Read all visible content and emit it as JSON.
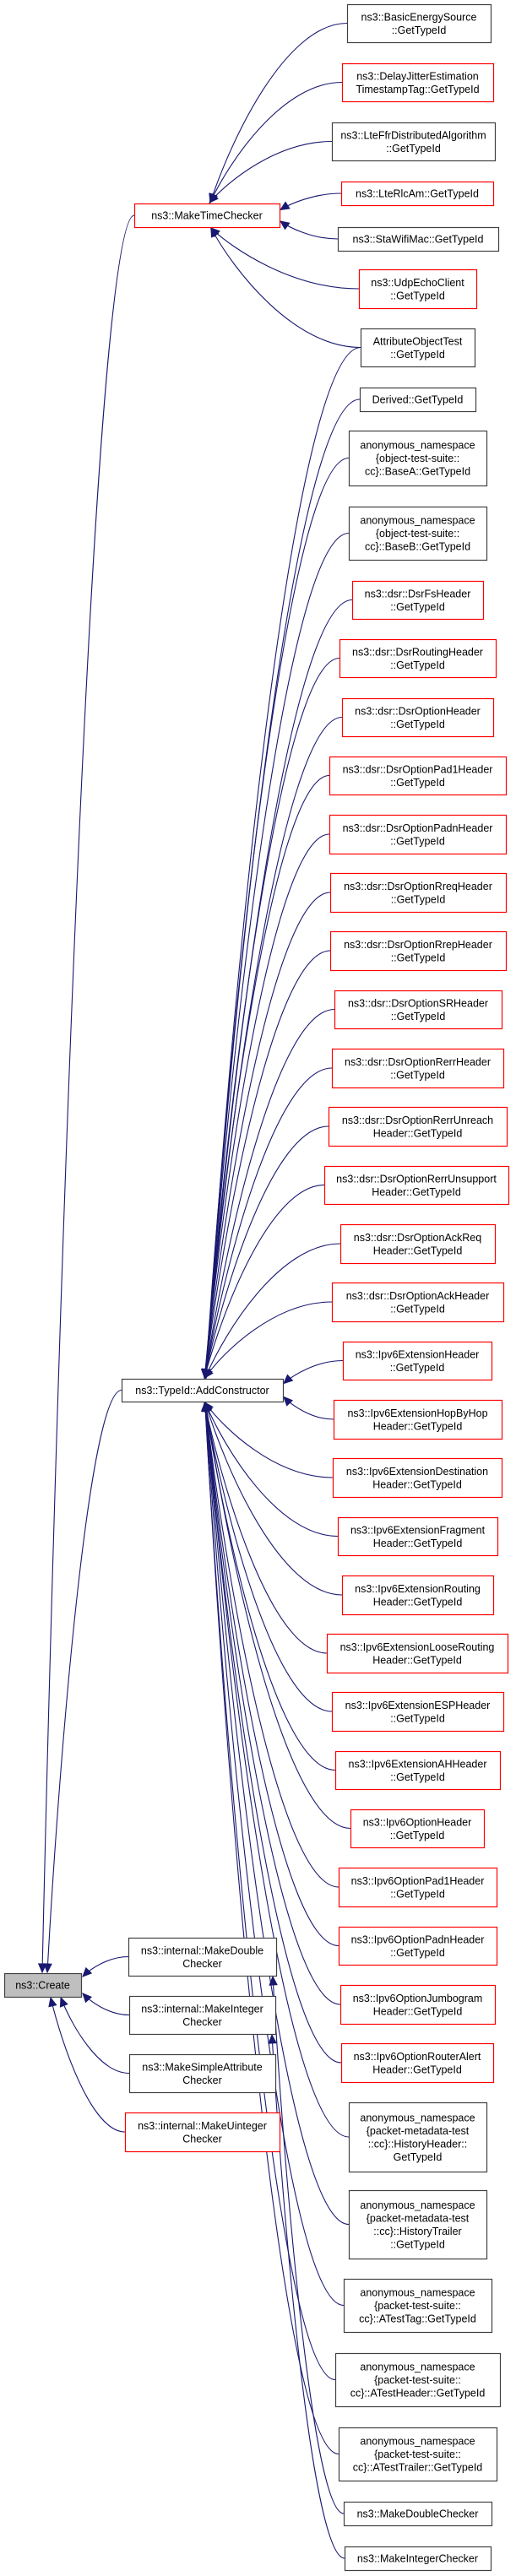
{
  "diagram": {
    "title": "ns3::Create caller graph",
    "colors": {
      "edge": "#191970",
      "node_border_default": "#404040",
      "node_border_truncated": "#ff0000",
      "node_fill_root": "#bfbfbf",
      "node_fill": "#ffffff"
    },
    "nodes": [
      {
        "id": "create",
        "lines": [
          "ns3::Create"
        ],
        "style": "root"
      },
      {
        "id": "make_time_checker",
        "lines": [
          "ns3::MakeTimeChecker"
        ],
        "style": "red"
      },
      {
        "id": "add_constructor",
        "lines": [
          "ns3::TypeId::AddConstructor"
        ],
        "style": "black"
      },
      {
        "id": "internal_make_double",
        "lines": [
          "ns3::internal::MakeDouble",
          "Checker"
        ],
        "style": "black"
      },
      {
        "id": "internal_make_integer",
        "lines": [
          "ns3::internal::MakeInteger",
          "Checker"
        ],
        "style": "black"
      },
      {
        "id": "make_simple_attribute",
        "lines": [
          "ns3::MakeSimpleAttribute",
          "Checker"
        ],
        "style": "black"
      },
      {
        "id": "internal_make_uinteger",
        "lines": [
          "ns3::internal::MakeUinteger",
          "Checker"
        ],
        "style": "red"
      },
      {
        "id": "basic_energy_source",
        "lines": [
          "ns3::BasicEnergySource",
          "::GetTypeId"
        ],
        "style": "black"
      },
      {
        "id": "delay_jitter",
        "lines": [
          "ns3::DelayJitterEstimation",
          "TimestampTag::GetTypeId"
        ],
        "style": "red"
      },
      {
        "id": "lte_ffr",
        "lines": [
          "ns3::LteFfrDistributedAlgorithm",
          "::GetTypeId"
        ],
        "style": "black"
      },
      {
        "id": "lte_rlc_am",
        "lines": [
          "ns3::LteRlcAm::GetTypeId"
        ],
        "style": "red"
      },
      {
        "id": "sta_wifi_mac",
        "lines": [
          "ns3::StaWifiMac::GetTypeId"
        ],
        "style": "black"
      },
      {
        "id": "udp_echo_client",
        "lines": [
          "ns3::UdpEchoClient",
          "::GetTypeId"
        ],
        "style": "red"
      },
      {
        "id": "attribute_object_test",
        "lines": [
          "AttributeObjectTest",
          "::GetTypeId"
        ],
        "style": "black"
      },
      {
        "id": "derived",
        "lines": [
          "Derived::GetTypeId"
        ],
        "style": "black"
      },
      {
        "id": "base_a",
        "lines": [
          "anonymous_namespace",
          "{object-test-suite::",
          "cc}::BaseA::GetTypeId"
        ],
        "style": "black"
      },
      {
        "id": "base_b",
        "lines": [
          "anonymous_namespace",
          "{object-test-suite::",
          "cc}::BaseB::GetTypeId"
        ],
        "style": "black"
      },
      {
        "id": "dsr_fs_header",
        "lines": [
          "ns3::dsr::DsrFsHeader",
          "::GetTypeId"
        ],
        "style": "red"
      },
      {
        "id": "dsr_routing_header",
        "lines": [
          "ns3::dsr::DsrRoutingHeader",
          "::GetTypeId"
        ],
        "style": "red"
      },
      {
        "id": "dsr_option_header",
        "lines": [
          "ns3::dsr::DsrOptionHeader",
          "::GetTypeId"
        ],
        "style": "red"
      },
      {
        "id": "dsr_option_pad1",
        "lines": [
          "ns3::dsr::DsrOptionPad1Header",
          "::GetTypeId"
        ],
        "style": "red"
      },
      {
        "id": "dsr_option_padn",
        "lines": [
          "ns3::dsr::DsrOptionPadnHeader",
          "::GetTypeId"
        ],
        "style": "red"
      },
      {
        "id": "dsr_option_rreq",
        "lines": [
          "ns3::dsr::DsrOptionRreqHeader",
          "::GetTypeId"
        ],
        "style": "red"
      },
      {
        "id": "dsr_option_rrep",
        "lines": [
          "ns3::dsr::DsrOptionRrepHeader",
          "::GetTypeId"
        ],
        "style": "red"
      },
      {
        "id": "dsr_option_sr",
        "lines": [
          "ns3::dsr::DsrOptionSRHeader",
          "::GetTypeId"
        ],
        "style": "red"
      },
      {
        "id": "dsr_option_rerr",
        "lines": [
          "ns3::dsr::DsrOptionRerrHeader",
          "::GetTypeId"
        ],
        "style": "red"
      },
      {
        "id": "dsr_option_rerr_unreach",
        "lines": [
          "ns3::dsr::DsrOptionRerrUnreach",
          "Header::GetTypeId"
        ],
        "style": "red"
      },
      {
        "id": "dsr_option_rerr_unsupport",
        "lines": [
          "ns3::dsr::DsrOptionRerrUnsupport",
          "Header::GetTypeId"
        ],
        "style": "red"
      },
      {
        "id": "dsr_option_ack_req",
        "lines": [
          "ns3::dsr::DsrOptionAckReq",
          "Header::GetTypeId"
        ],
        "style": "red"
      },
      {
        "id": "dsr_option_ack",
        "lines": [
          "ns3::dsr::DsrOptionAckHeader",
          "::GetTypeId"
        ],
        "style": "red"
      },
      {
        "id": "ipv6_ext_header",
        "lines": [
          "ns3::Ipv6ExtensionHeader",
          "::GetTypeId"
        ],
        "style": "red"
      },
      {
        "id": "ipv6_ext_hop_by_hop",
        "lines": [
          "ns3::Ipv6ExtensionHopByHop",
          "Header::GetTypeId"
        ],
        "style": "red"
      },
      {
        "id": "ipv6_ext_destination",
        "lines": [
          "ns3::Ipv6ExtensionDestination",
          "Header::GetTypeId"
        ],
        "style": "red"
      },
      {
        "id": "ipv6_ext_fragment",
        "lines": [
          "ns3::Ipv6ExtensionFragment",
          "Header::GetTypeId"
        ],
        "style": "red"
      },
      {
        "id": "ipv6_ext_routing",
        "lines": [
          "ns3::Ipv6ExtensionRouting",
          "Header::GetTypeId"
        ],
        "style": "red"
      },
      {
        "id": "ipv6_ext_loose_routing",
        "lines": [
          "ns3::Ipv6ExtensionLooseRouting",
          "Header::GetTypeId"
        ],
        "style": "red"
      },
      {
        "id": "ipv6_ext_esp",
        "lines": [
          "ns3::Ipv6ExtensionESPHeader",
          "::GetTypeId"
        ],
        "style": "red"
      },
      {
        "id": "ipv6_ext_ah",
        "lines": [
          "ns3::Ipv6ExtensionAHHeader",
          "::GetTypeId"
        ],
        "style": "red"
      },
      {
        "id": "ipv6_option_header",
        "lines": [
          "ns3::Ipv6OptionHeader",
          "::GetTypeId"
        ],
        "style": "red"
      },
      {
        "id": "ipv6_option_pad1",
        "lines": [
          "ns3::Ipv6OptionPad1Header",
          "::GetTypeId"
        ],
        "style": "red"
      },
      {
        "id": "ipv6_option_padn",
        "lines": [
          "ns3::Ipv6OptionPadnHeader",
          "::GetTypeId"
        ],
        "style": "red"
      },
      {
        "id": "ipv6_option_jumbogram",
        "lines": [
          "ns3::Ipv6OptionJumbogram",
          "Header::GetTypeId"
        ],
        "style": "red"
      },
      {
        "id": "ipv6_option_router_alert",
        "lines": [
          "ns3::Ipv6OptionRouterAlert",
          "Header::GetTypeId"
        ],
        "style": "red"
      },
      {
        "id": "history_header",
        "lines": [
          "anonymous_namespace",
          "{packet-metadata-test",
          "::cc}::HistoryHeader::",
          "GetTypeId"
        ],
        "style": "black"
      },
      {
        "id": "history_trailer",
        "lines": [
          "anonymous_namespace",
          "{packet-metadata-test",
          "::cc}::HistoryTrailer",
          "::GetTypeId"
        ],
        "style": "black"
      },
      {
        "id": "atest_tag",
        "lines": [
          "anonymous_namespace",
          "{packet-test-suite::",
          "cc}::ATestTag::GetTypeId"
        ],
        "style": "black"
      },
      {
        "id": "atest_header",
        "lines": [
          "anonymous_namespace",
          "{packet-test-suite::",
          "cc}::ATestHeader::GetTypeId"
        ],
        "style": "black"
      },
      {
        "id": "atest_trailer",
        "lines": [
          "anonymous_namespace",
          "{packet-test-suite::",
          "cc}::ATestTrailer::GetTypeId"
        ],
        "style": "black"
      },
      {
        "id": "make_double_checker",
        "lines": [
          "ns3::MakeDoubleChecker"
        ],
        "style": "black"
      },
      {
        "id": "make_integer_checker",
        "lines": [
          "ns3::MakeIntegerChecker"
        ],
        "style": "black"
      }
    ],
    "edges": [
      {
        "from": "make_time_checker",
        "to": "create"
      },
      {
        "from": "add_constructor",
        "to": "create"
      },
      {
        "from": "internal_make_double",
        "to": "create"
      },
      {
        "from": "internal_make_integer",
        "to": "create"
      },
      {
        "from": "make_simple_attribute",
        "to": "create"
      },
      {
        "from": "internal_make_uinteger",
        "to": "create"
      },
      {
        "from": "basic_energy_source",
        "to": "make_time_checker"
      },
      {
        "from": "delay_jitter",
        "to": "make_time_checker"
      },
      {
        "from": "lte_ffr",
        "to": "make_time_checker"
      },
      {
        "from": "lte_rlc_am",
        "to": "make_time_checker"
      },
      {
        "from": "sta_wifi_mac",
        "to": "make_time_checker"
      },
      {
        "from": "udp_echo_client",
        "to": "make_time_checker"
      },
      {
        "from": "attribute_object_test",
        "to": "make_time_checker"
      },
      {
        "from": "attribute_object_test",
        "to": "add_constructor"
      },
      {
        "from": "derived",
        "to": "add_constructor"
      },
      {
        "from": "base_a",
        "to": "add_constructor"
      },
      {
        "from": "base_b",
        "to": "add_constructor"
      },
      {
        "from": "dsr_fs_header",
        "to": "add_constructor"
      },
      {
        "from": "dsr_routing_header",
        "to": "add_constructor"
      },
      {
        "from": "dsr_option_header",
        "to": "add_constructor"
      },
      {
        "from": "dsr_option_pad1",
        "to": "add_constructor"
      },
      {
        "from": "dsr_option_padn",
        "to": "add_constructor"
      },
      {
        "from": "dsr_option_rreq",
        "to": "add_constructor"
      },
      {
        "from": "dsr_option_rrep",
        "to": "add_constructor"
      },
      {
        "from": "dsr_option_sr",
        "to": "add_constructor"
      },
      {
        "from": "dsr_option_rerr",
        "to": "add_constructor"
      },
      {
        "from": "dsr_option_rerr_unreach",
        "to": "add_constructor"
      },
      {
        "from": "dsr_option_rerr_unsupport",
        "to": "add_constructor"
      },
      {
        "from": "dsr_option_ack_req",
        "to": "add_constructor"
      },
      {
        "from": "dsr_option_ack",
        "to": "add_constructor"
      },
      {
        "from": "ipv6_ext_header",
        "to": "add_constructor"
      },
      {
        "from": "ipv6_ext_hop_by_hop",
        "to": "add_constructor"
      },
      {
        "from": "ipv6_ext_destination",
        "to": "add_constructor"
      },
      {
        "from": "ipv6_ext_fragment",
        "to": "add_constructor"
      },
      {
        "from": "ipv6_ext_routing",
        "to": "add_constructor"
      },
      {
        "from": "ipv6_ext_loose_routing",
        "to": "add_constructor"
      },
      {
        "from": "ipv6_ext_esp",
        "to": "add_constructor"
      },
      {
        "from": "ipv6_ext_ah",
        "to": "add_constructor"
      },
      {
        "from": "ipv6_option_header",
        "to": "add_constructor"
      },
      {
        "from": "ipv6_option_pad1",
        "to": "add_constructor"
      },
      {
        "from": "ipv6_option_padn",
        "to": "add_constructor"
      },
      {
        "from": "ipv6_option_jumbogram",
        "to": "add_constructor"
      },
      {
        "from": "ipv6_option_router_alert",
        "to": "add_constructor"
      },
      {
        "from": "history_header",
        "to": "add_constructor"
      },
      {
        "from": "history_trailer",
        "to": "add_constructor"
      },
      {
        "from": "atest_tag",
        "to": "add_constructor"
      },
      {
        "from": "atest_header",
        "to": "add_constructor"
      },
      {
        "from": "atest_trailer",
        "to": "add_constructor"
      },
      {
        "from": "make_double_checker",
        "to": "internal_make_double"
      },
      {
        "from": "make_integer_checker",
        "to": "internal_make_integer"
      }
    ]
  }
}
